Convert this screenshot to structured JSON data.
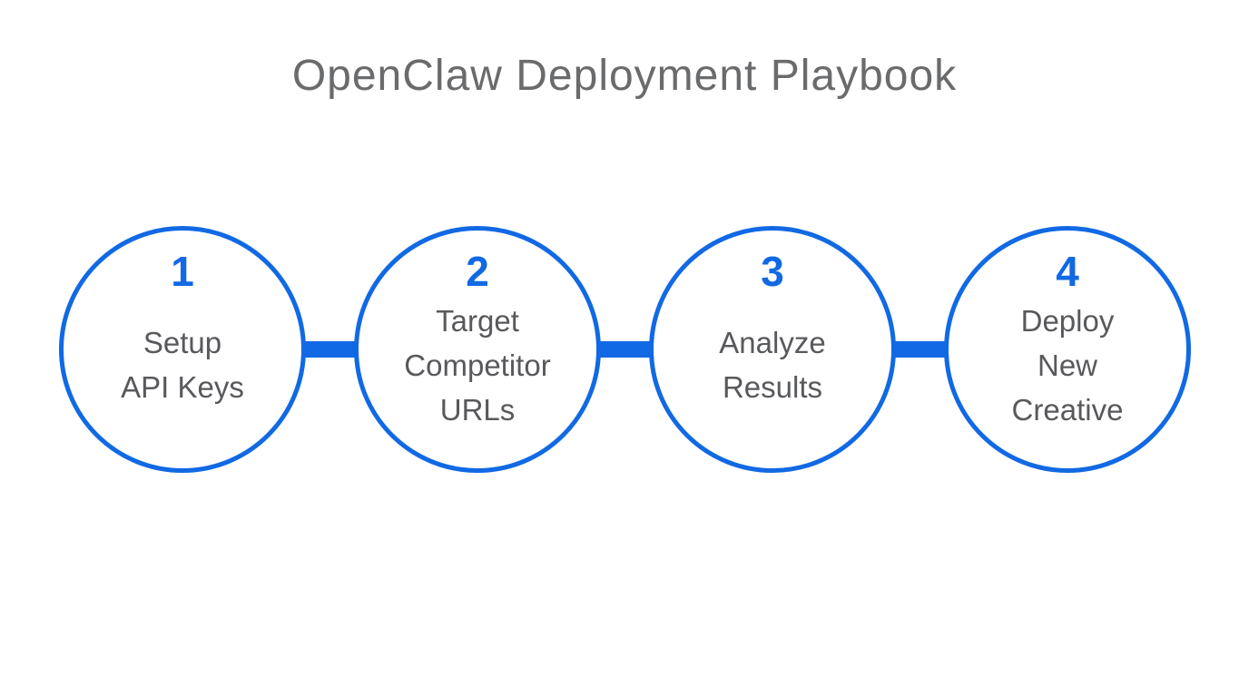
{
  "title": "OpenClaw Deployment Playbook",
  "colors": {
    "accent_blue": "#1169e4",
    "label_gray": "#58595c",
    "title_gray": "#6a6b6d",
    "background": "#ffffff"
  },
  "diagram": {
    "type": "horizontal-process-flow",
    "step_count": 4
  },
  "steps": [
    {
      "number": "1",
      "label": "Setup\nAPI Keys"
    },
    {
      "number": "2",
      "label": "Target\nCompetitor\nURLs"
    },
    {
      "number": "3",
      "label": "Analyze\nResults"
    },
    {
      "number": "4",
      "label": "Deploy\nNew\nCreative"
    }
  ]
}
